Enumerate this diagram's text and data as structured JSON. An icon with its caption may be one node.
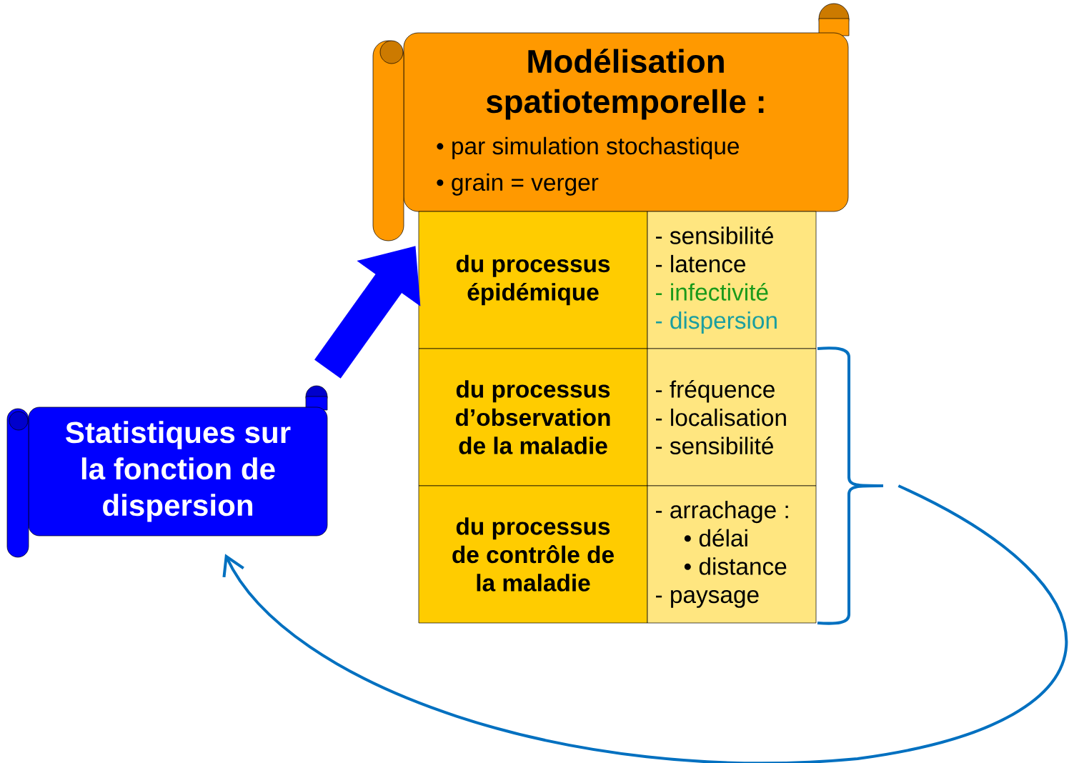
{
  "diagram": {
    "nodes": [
      {
        "text": [
          "Modélisation spatiotemporelle :",
          "• par simulation stochastique",
          "• grain = verger"
        ]
      },
      {
        "text": [
          "du processus épidémique"
        ]
      },
      {
        "text": [
          "- sensibilité",
          "- latence",
          "- infectivité",
          "- dispersion"
        ]
      },
      {
        "text": [
          "du processus d’observation de la maladie"
        ]
      },
      {
        "text": [
          "- fréquence",
          "- localisation",
          "- sensibilité"
        ]
      },
      {
        "text": [
          "du processus de contrôle de la maladie"
        ]
      },
      {
        "text": [
          "- arrachage :",
          "• délai",
          "• distance",
          "- paysage"
        ]
      },
      {
        "text": [
          "Statistiques sur la fonction de dispersion"
        ]
      },
      {
        "text": [],
        "shape": "brace"
      }
    ],
    "edges": [
      {
        "from": 7,
        "to": 1,
        "arrow": "to",
        "style": "thick",
        "color": "#0000ff"
      },
      {
        "from": 8,
        "to": 7,
        "arrow": "to",
        "color": "#0070c0"
      }
    ]
  }
}
